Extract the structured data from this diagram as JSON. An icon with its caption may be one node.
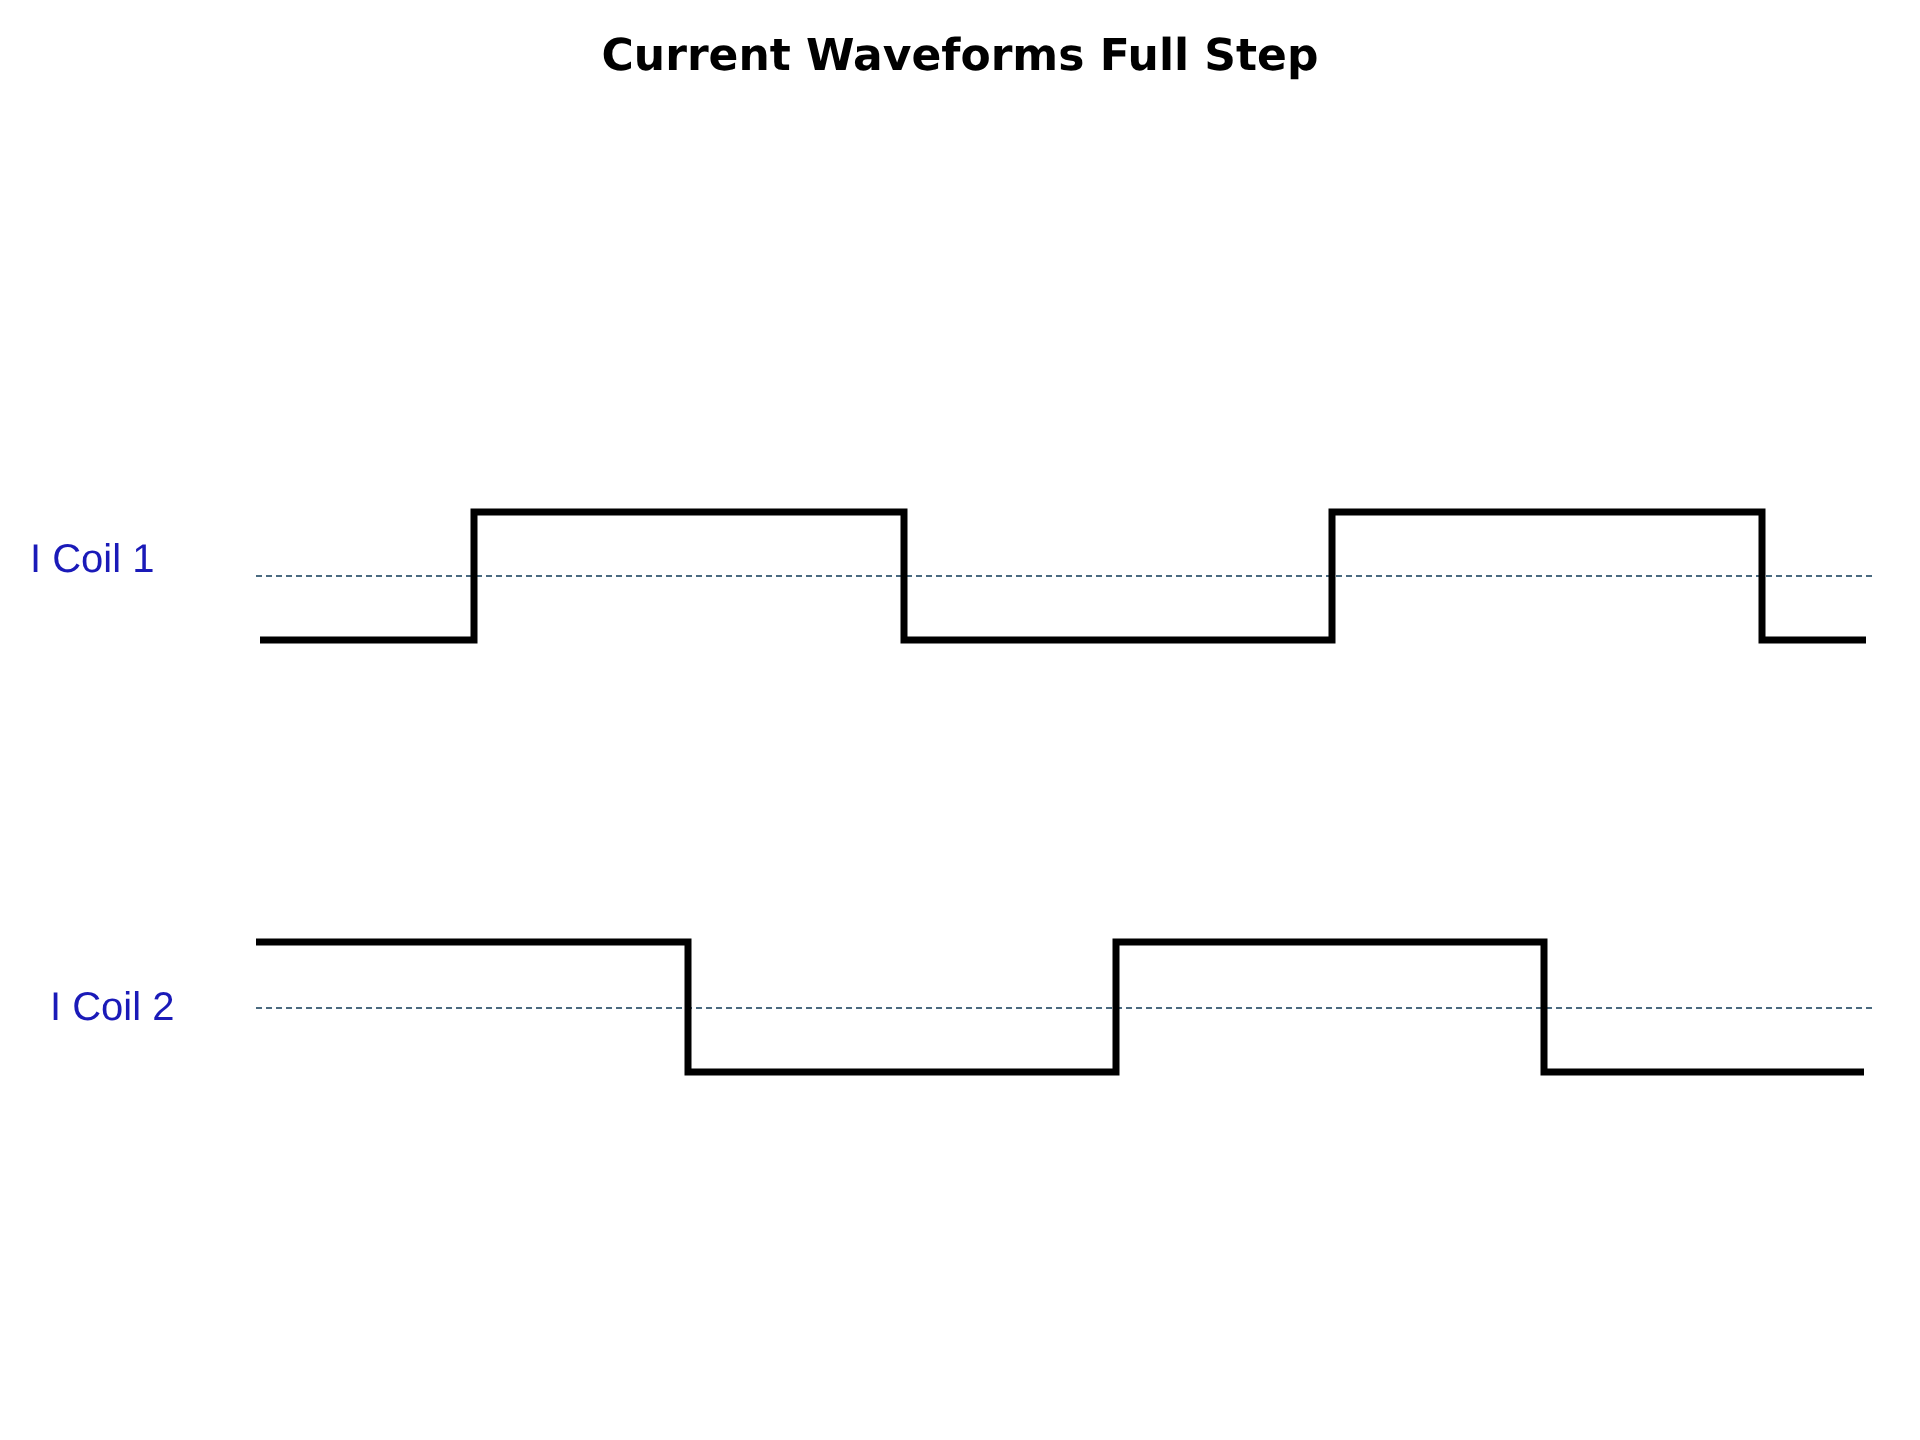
{
  "diagram": {
    "title": "Current Waveforms Full Step",
    "labels": [
      "I Coil 1",
      "I Coil 2"
    ]
  }
}
